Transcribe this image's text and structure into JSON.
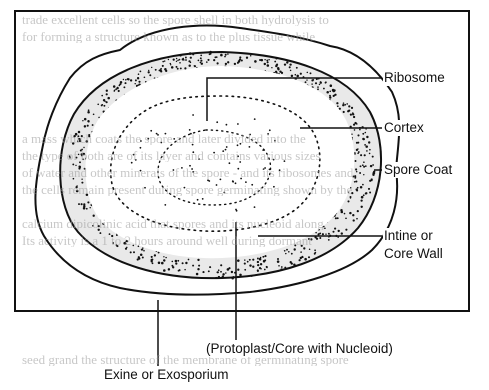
{
  "labels": {
    "ribosome": "Ribosome",
    "cortex": "Cortex",
    "spore_coat": "Spore Coat",
    "intine_line1": "Intine  or",
    "intine_line2": "Core Wall",
    "protoplast": "(Protoplast/Core with Nucleoid)",
    "exine": "Exine or  Exosporium"
  },
  "background_text": [
    "trade excellent cells so the spore shell in both hydrolysis to",
    "for forming a structure known as to the plus tissue while",
    "",
    "",
    "",
    "",
    "",
    "a mass which coats the spore and later divided into the",
    "the type of both are of its layer and contains various sizes",
    "of water and other minerals of the spore - and its ribosomes and",
    "the cells remain present during spore germinating shown by the",
    "",
    "calcium dipicolinic acid that spores and its nucleoid along",
    "Its activity is a 1 to 2 hours around well during dormant",
    "",
    "",
    "",
    "",
    "",
    "",
    "seed grand the structure of the membrane of germinating spore"
  ],
  "colors": {
    "ink": "#111111",
    "faint_text": "#9a9a9a",
    "background": "#ffffff"
  }
}
